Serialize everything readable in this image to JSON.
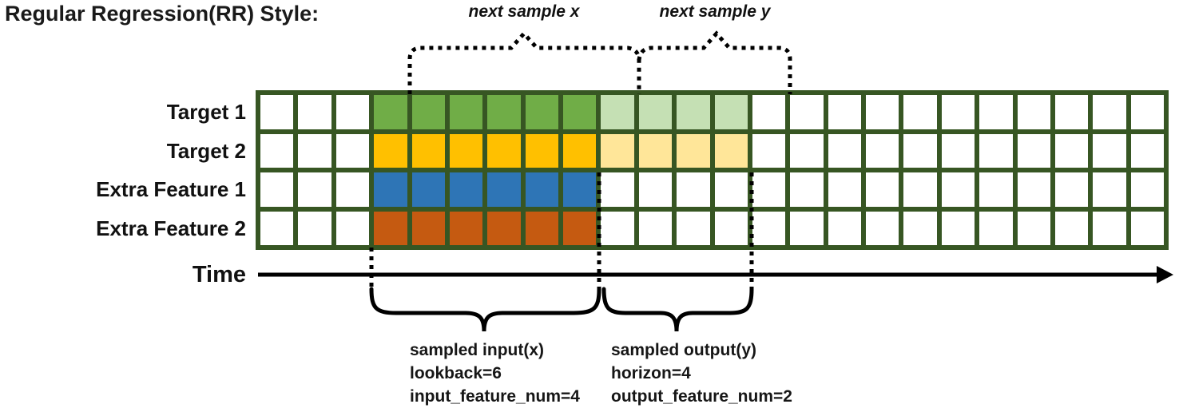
{
  "title": "Regular Regression(RR) Style:",
  "colors": {
    "border_green": "#375623",
    "white": "#ffffff",
    "green": "#70AD47",
    "lightgreen": "#C5E0B4",
    "yellow": "#FFC000",
    "lightyellow": "#FFE699",
    "blue": "#2E75B6",
    "orange": "#C55A11",
    "line_black": "#000000"
  },
  "grid": {
    "columns": 24,
    "rows": [
      {
        "label": "Target 1",
        "segments": [
          [
            "white",
            3
          ],
          [
            "green",
            6
          ],
          [
            "lightgreen",
            4
          ],
          [
            "white",
            11
          ]
        ]
      },
      {
        "label": "Target 2",
        "segments": [
          [
            "white",
            3
          ],
          [
            "yellow",
            6
          ],
          [
            "lightyellow",
            4
          ],
          [
            "white",
            11
          ]
        ]
      },
      {
        "label": "Extra Feature 1",
        "segments": [
          [
            "white",
            3
          ],
          [
            "blue",
            6
          ],
          [
            "white",
            15
          ]
        ]
      },
      {
        "label": "Extra Feature 2",
        "segments": [
          [
            "white",
            3
          ],
          [
            "orange",
            6
          ],
          [
            "white",
            15
          ]
        ]
      }
    ]
  },
  "annotations": {
    "next_sample_x": "next sample x",
    "next_sample_y": "next sample y",
    "time_label": "Time",
    "input_block": {
      "line1": "sampled input(x)",
      "line2": "lookback=6",
      "line3": "input_feature_num=4"
    },
    "output_block": {
      "line1": "sampled output(y)",
      "line2": "horizon=4",
      "line3": "output_feature_num=2"
    }
  }
}
